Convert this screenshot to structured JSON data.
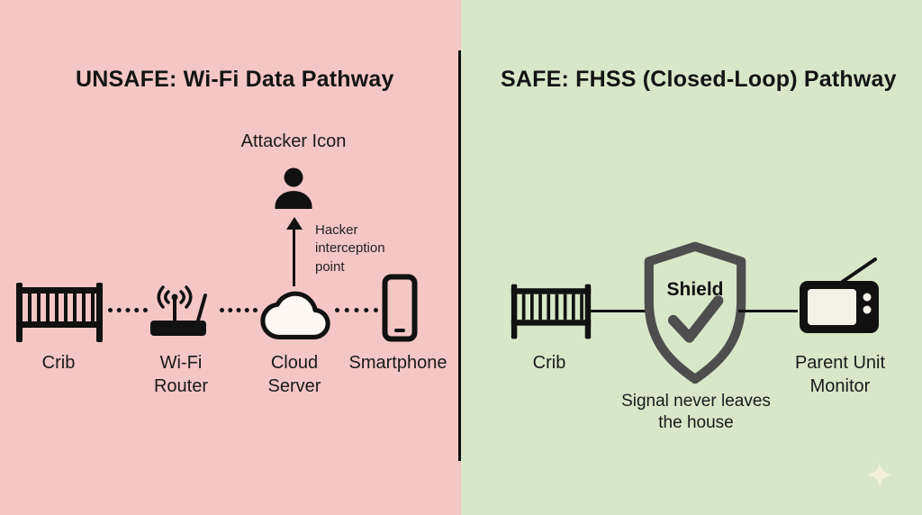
{
  "page": {
    "bg_left": "#f4c6c6",
    "bg_right": "#d8e7c8",
    "divider_color": "#101010",
    "icon_color": "#111111",
    "shield_color": "#4e4e4e",
    "sparkle_color": "#f6f1dd"
  },
  "left": {
    "title": "UNSAFE: Wi-Fi Data Pathway",
    "attacker_label": "Attacker Icon",
    "interception_note": "Hacker interception point",
    "nodes": [
      {
        "label": "Crib",
        "icon": "crib-icon"
      },
      {
        "label": "Wi-Fi Router",
        "icon": "wifi-router-icon"
      },
      {
        "label": "Cloud Server",
        "icon": "cloud-icon"
      },
      {
        "label": "Smartphone",
        "icon": "smartphone-icon"
      }
    ]
  },
  "right": {
    "title": "SAFE: FHSS (Closed-Loop) Pathway",
    "shield_label": "Shield",
    "note": "Signal never leaves the house",
    "nodes": [
      {
        "label": "Crib",
        "icon": "crib-icon"
      },
      {
        "label": "Parent Unit Monitor",
        "icon": "parent-monitor-icon"
      }
    ]
  }
}
